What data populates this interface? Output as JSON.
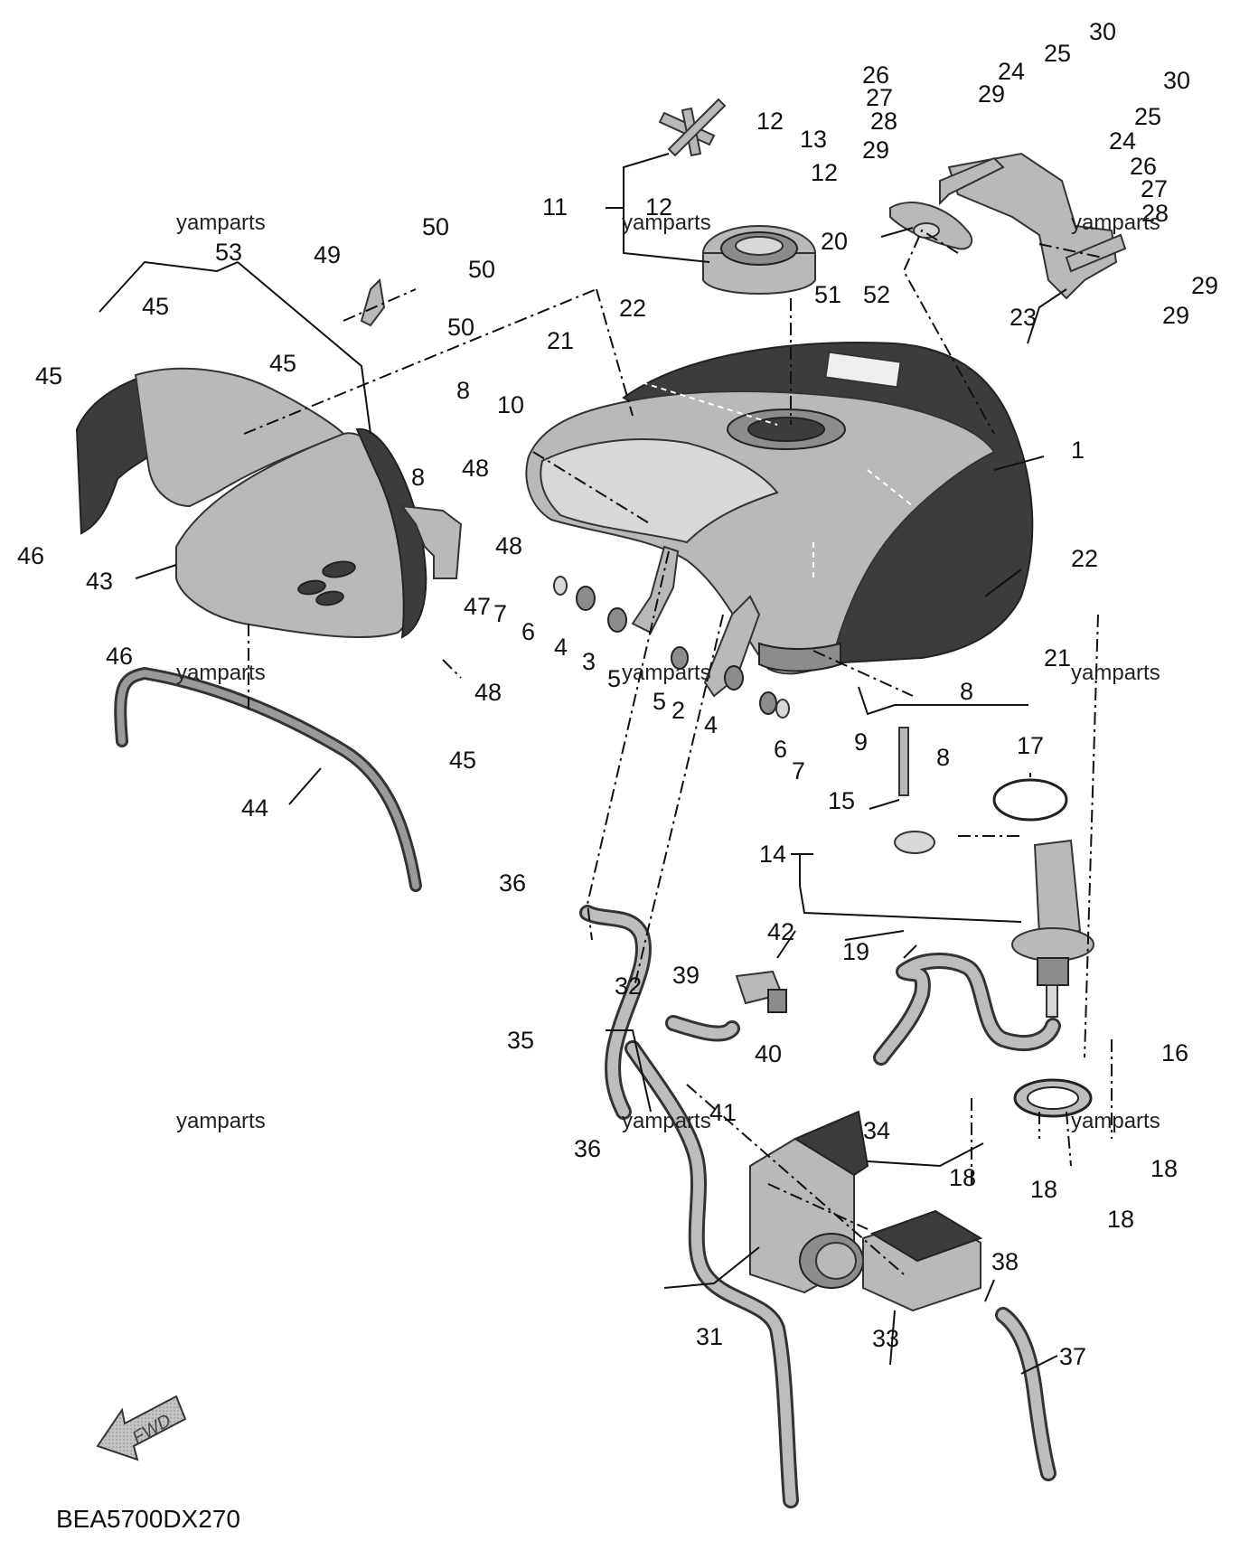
{
  "diagram": {
    "code": "BEA5700DX270",
    "direction_label": "FWD",
    "watermark": "yamparts",
    "callouts": [
      "1",
      "2",
      "3",
      "4",
      "5",
      "6",
      "7",
      "8",
      "9",
      "10",
      "11",
      "12",
      "13",
      "14",
      "15",
      "16",
      "17",
      "18",
      "19",
      "20",
      "21",
      "22",
      "23",
      "24",
      "25",
      "26",
      "27",
      "28",
      "29",
      "30",
      "31",
      "32",
      "33",
      "34",
      "35",
      "36",
      "37",
      "38",
      "39",
      "40",
      "41",
      "42",
      "43",
      "44",
      "45",
      "46",
      "47",
      "48",
      "49",
      "50",
      "51",
      "52",
      "53"
    ]
  },
  "colors": {
    "line": "#111111",
    "part_fill": "#b9b9b9",
    "part_dark": "#3c3c3c",
    "background": "#ffffff"
  }
}
